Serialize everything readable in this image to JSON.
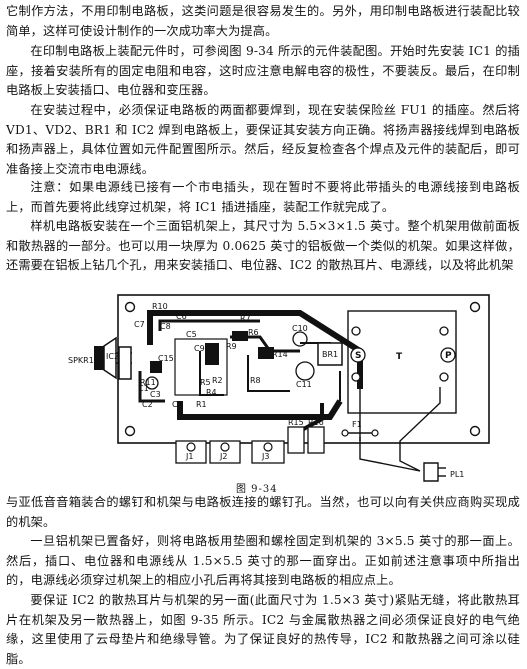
{
  "paragraphs": [
    "它制作方法，不用印制电路板，这类问题是很容易发生的。另外，用印制电路板进行装配比较简单，这样可使设计制作的一次成功率大为提高。",
    "在印制电路板上装配元件时，可参阅图 9-34 所示的元件装配图。开始时先安装 IC1 的插座，接着安装所有的固定电阻和电容，这时应注意电解电容的极性，不要装反。最后，在印制电路板上安装插口、电位器和变压器。",
    "在安装过程中，必须保证电路板的两面都要焊到，现在安装保险丝 FU1 的插座。然后将 VD1、VD2、BR1 和 IC2 焊到电路板上，要保证其安装方向正确。将扬声器接线焊到电路板和扬声器上，具体位置如元件配置图所示。然后，经反复检查各个焊点及元件的装配后，即可准备接上交流市电电源线。",
    "注意：如果电源线已接有一个市电插头，现在暂时不要将此带插头的电源线接到电路板上，而首先要将此线穿过机架，将 IC1 插进插座，装配工作就完成了。",
    "样机电路板安装在一个三面铝机架上，其尺寸为 5.5×3×1.5 英寸。整个机架用做前面板和散热器的一部分。也可以用一块厚为 0.0625 英寸的铝板做一个类似的机架。如果这样做，还需要在铝板上钻几个孔，用来安装插口、电位器、IC2 的散热耳片、电源线，以及将此机架",
    "与亚低音音箱装合的螺钉和机架与电路板连接的螺钉孔。当然，也可以向有关供应商购买现成的机架。",
    "一旦铝机架已置备好，则将电路板用垫圈和螺栓固定到机架的 3×5.5 英寸的那一面上。然后，插口、电位器和电源线从 1.5×5.5 英寸的那一面穿出。正如前述注意事项中所指出的，电源线必须穿过机架上的相应小孔后再将其接到电路板的相应点上。",
    "要保证 IC2 的散热耳片与机架的另一面(此面尺寸为 1.5×3 英寸)紧贴无缝，将此散热耳片在机架及另一散热器上，如图 9-35 所示。IC2 与金属散热器之间必须保证良好的电气绝缘，这里使用了云母垫片和绝缘导管。为了保证良好的热传导，IC2 和散热器之间可涂以硅脂。"
  ],
  "figure": {
    "caption": "图    9-34",
    "labels": {
      "spkr": "SPKR1",
      "ic2": "IC2",
      "c7": "C7",
      "r10": "R10",
      "c8": "C8",
      "c6": "C6",
      "r7": "R7",
      "r6": "R6",
      "c5": "C5",
      "c15": "C15",
      "c9": "C9",
      "r9": "R9",
      "c10": "C10",
      "br1": "BR1",
      "r14": "R14",
      "c1": "C1",
      "c3": "C3",
      "r11": "R11",
      "r5": "R5",
      "r4": "R4",
      "r2": "R2",
      "r8": "R8",
      "c4": "C4",
      "r1": "R1",
      "c2": "C2",
      "c11": "C11",
      "r15": "R15",
      "r16": "R16",
      "s": "S",
      "t": "T",
      "p": "P",
      "f1": "F1",
      "j1": "J1",
      "j2": "J2",
      "j3": "J3",
      "pl1": "PL1"
    }
  }
}
